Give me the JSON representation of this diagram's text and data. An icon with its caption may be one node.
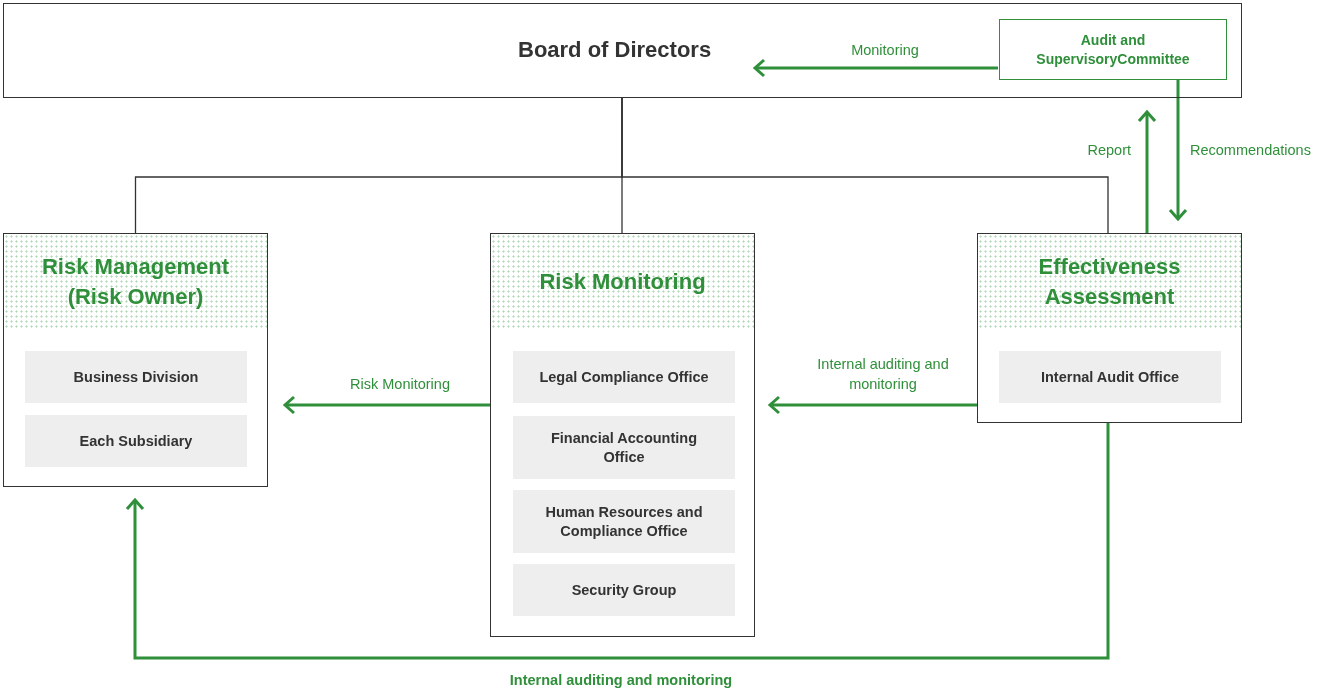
{
  "diagram": {
    "nodes": [
      {
        "text": [
          "Board of Directors"
        ]
      },
      {
        "text": [
          "Audit and SupervisoryCommittee"
        ],
        "in": 0
      },
      {
        "text": [
          "Risk Management (Risk Owner)"
        ]
      },
      {
        "text": [
          "Business Division"
        ],
        "in": 2
      },
      {
        "text": [
          "Each Subsidiary"
        ],
        "in": 2
      },
      {
        "text": [
          "Risk Monitoring"
        ]
      },
      {
        "text": [
          "Legal Compliance Office"
        ],
        "in": 5
      },
      {
        "text": [
          "Financial Accounting Office"
        ],
        "in": 5
      },
      {
        "text": [
          "Human Resources and Compliance Office"
        ],
        "in": 5
      },
      {
        "text": [
          "Security Group"
        ],
        "in": 5
      },
      {
        "text": [
          "Effectiveness Assessment"
        ]
      },
      {
        "text": [
          "Internal Audit Office"
        ],
        "in": 10
      }
    ],
    "edges": [
      {
        "from": 1,
        "to": 0,
        "arrow": "to",
        "label": "Monitoring"
      },
      {
        "from": 10,
        "to": 1,
        "arrow": "to",
        "label": "Report"
      },
      {
        "from": 1,
        "to": 10,
        "arrow": "to",
        "label": "Recommendations"
      },
      {
        "from": 0,
        "to": 2,
        "arrow": "none",
        "color": "#333333"
      },
      {
        "from": 0,
        "to": 5,
        "arrow": "none",
        "color": "#333333"
      },
      {
        "from": 0,
        "to": 10,
        "arrow": "none",
        "color": "#333333"
      },
      {
        "from": 5,
        "to": 2,
        "arrow": "to",
        "label": "Risk Monitoring"
      },
      {
        "from": 10,
        "to": 5,
        "arrow": "to",
        "label": "Internal auditing and monitoring"
      },
      {
        "from": 10,
        "to": 2,
        "arrow": "to",
        "label": "Internal auditing and monitoring"
      }
    ]
  }
}
